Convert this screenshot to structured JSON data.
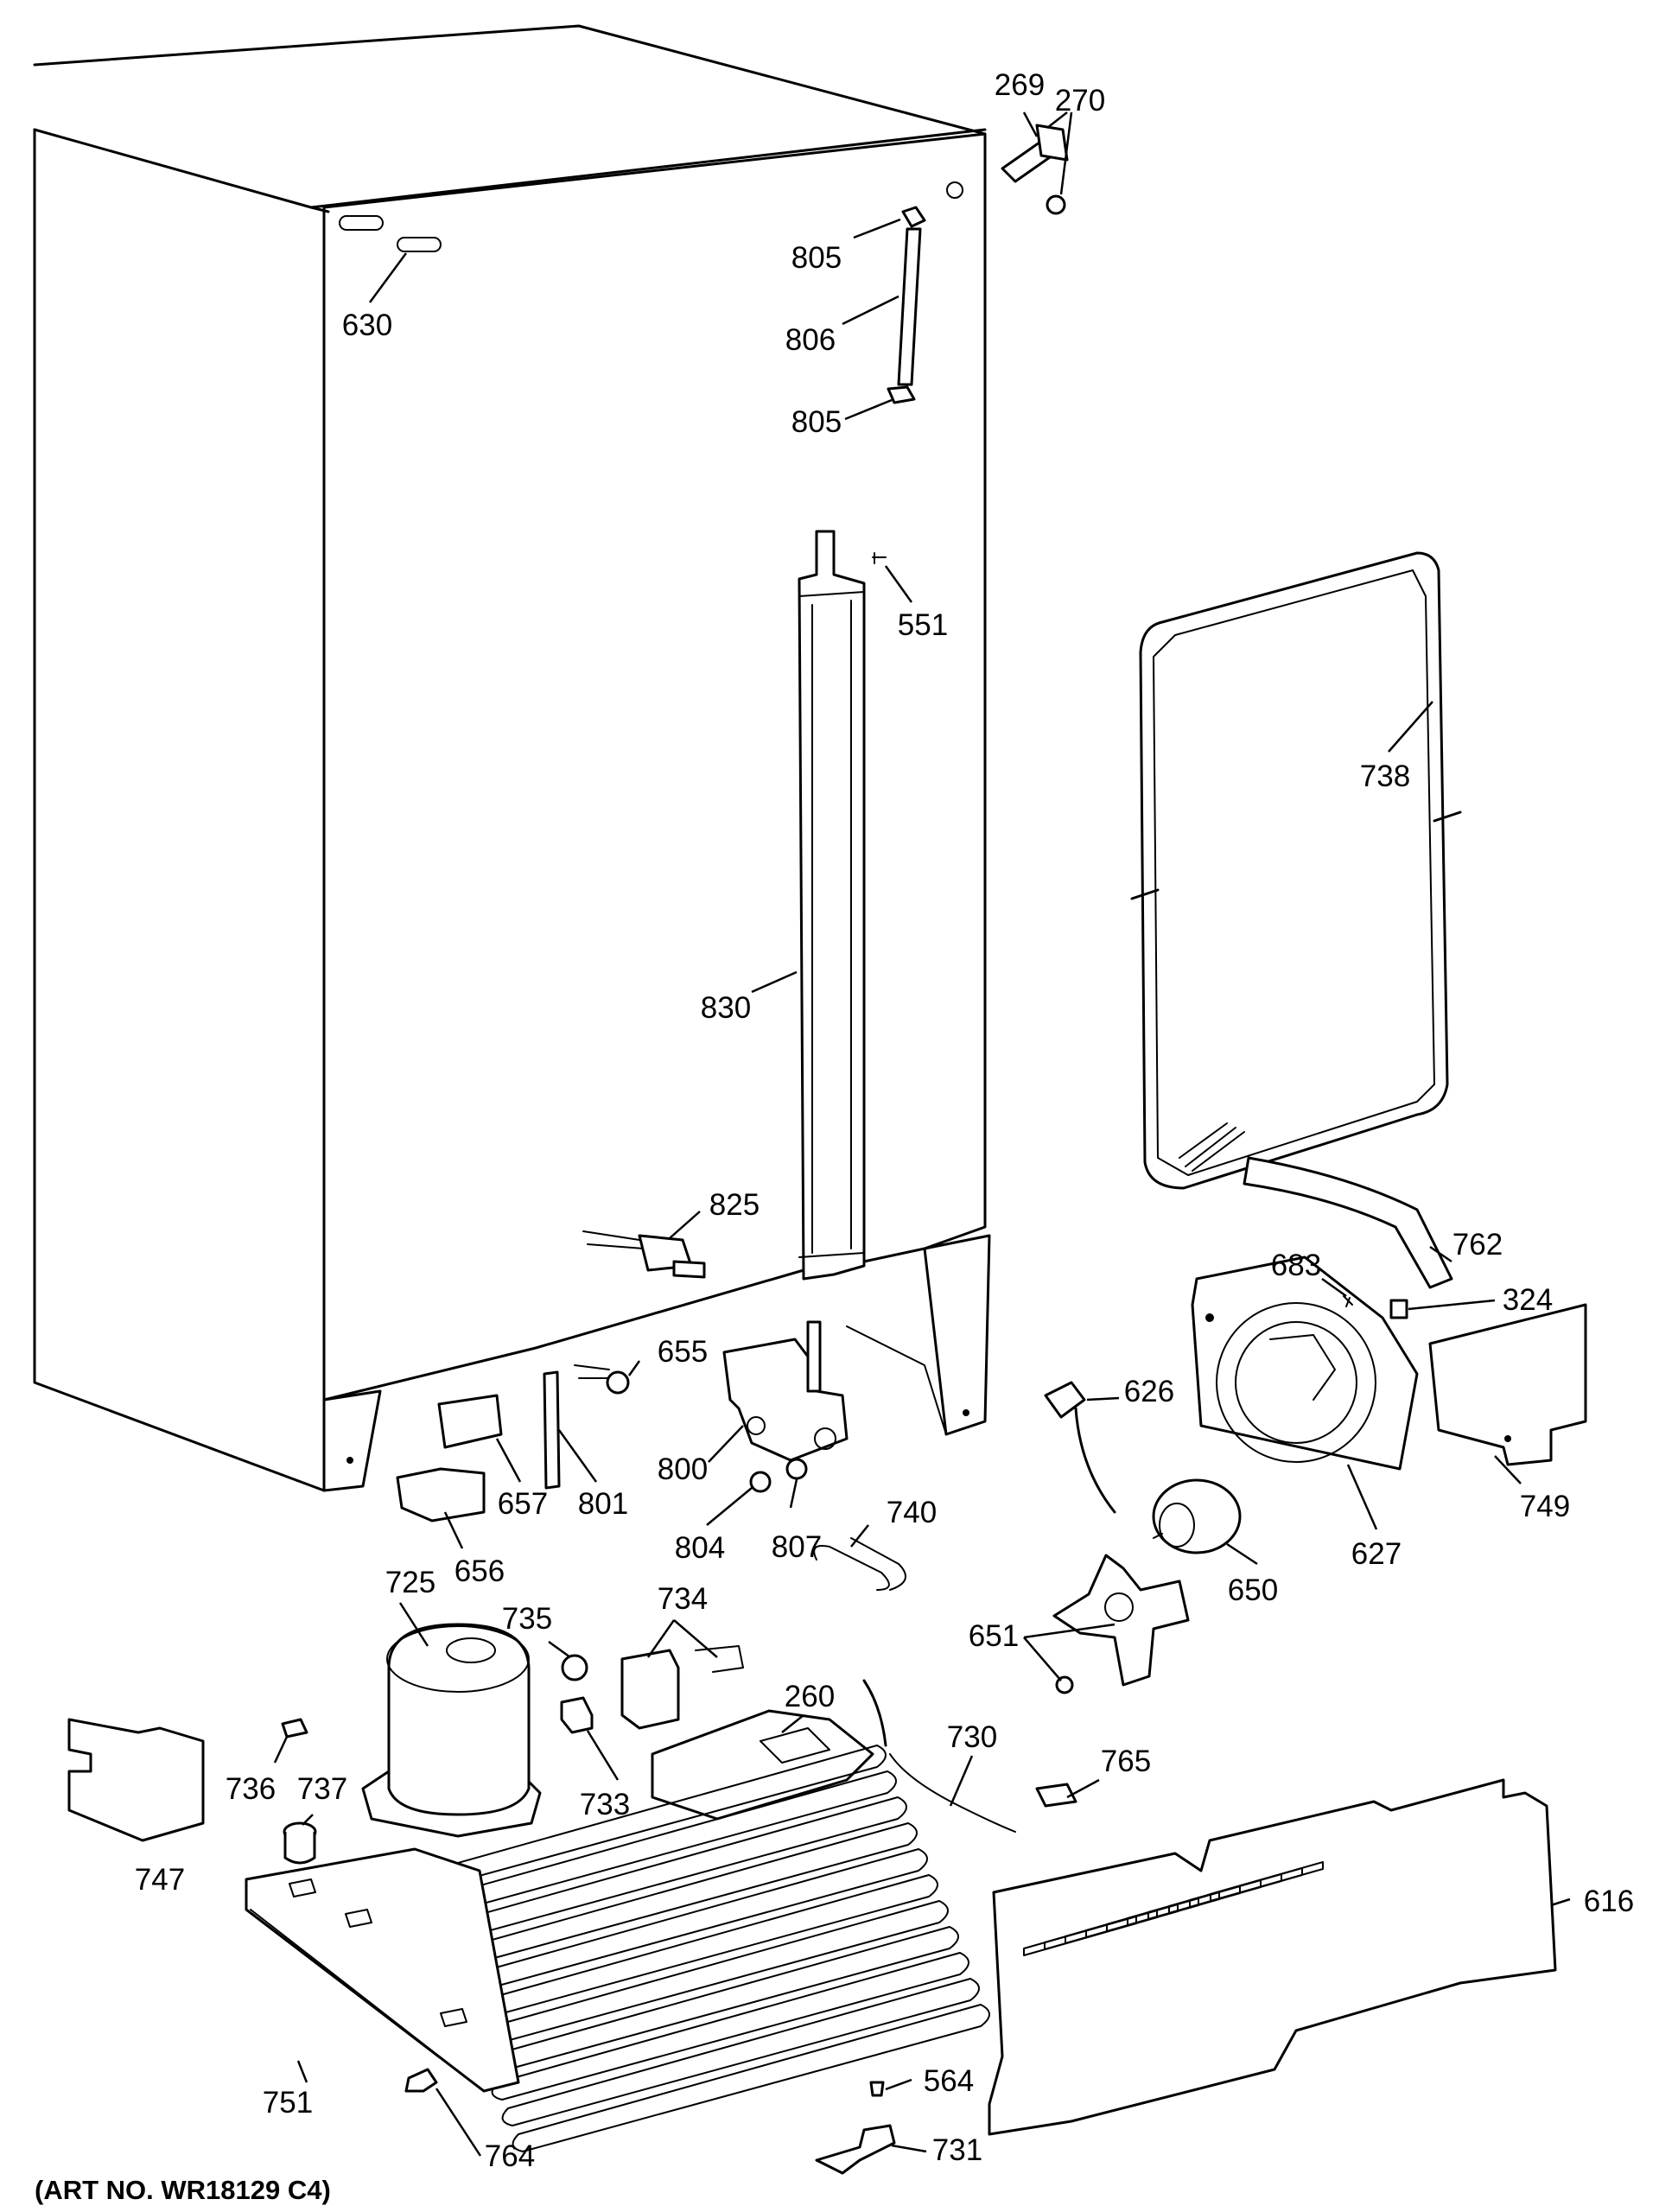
{
  "art_number": "(ART NO. WR18129 C4)",
  "parts": [
    {
      "id": "p269",
      "label": "269"
    },
    {
      "id": "p270",
      "label": "270"
    },
    {
      "id": "p630",
      "label": "630"
    },
    {
      "id": "p805a",
      "label": "805"
    },
    {
      "id": "p806",
      "label": "806"
    },
    {
      "id": "p805b",
      "label": "805"
    },
    {
      "id": "p551",
      "label": "551"
    },
    {
      "id": "p738",
      "label": "738"
    },
    {
      "id": "p830",
      "label": "830"
    },
    {
      "id": "p825",
      "label": "825"
    },
    {
      "id": "p762",
      "label": "762"
    },
    {
      "id": "p683",
      "label": "683"
    },
    {
      "id": "p324",
      "label": "324"
    },
    {
      "id": "p655",
      "label": "655"
    },
    {
      "id": "p626",
      "label": "626"
    },
    {
      "id": "p657",
      "label": "657"
    },
    {
      "id": "p801",
      "label": "801"
    },
    {
      "id": "p800",
      "label": "800"
    },
    {
      "id": "p656",
      "label": "656"
    },
    {
      "id": "p804",
      "label": "804"
    },
    {
      "id": "p807",
      "label": "807"
    },
    {
      "id": "p740",
      "label": "740"
    },
    {
      "id": "p749",
      "label": "749"
    },
    {
      "id": "p627",
      "label": "627"
    },
    {
      "id": "p650",
      "label": "650"
    },
    {
      "id": "p725",
      "label": "725"
    },
    {
      "id": "p735",
      "label": "735"
    },
    {
      "id": "p734",
      "label": "734"
    },
    {
      "id": "p651",
      "label": "651"
    },
    {
      "id": "p260",
      "label": "260"
    },
    {
      "id": "p730",
      "label": "730"
    },
    {
      "id": "p765",
      "label": "765"
    },
    {
      "id": "p736",
      "label": "736"
    },
    {
      "id": "p737",
      "label": "737"
    },
    {
      "id": "p733",
      "label": "733"
    },
    {
      "id": "p747",
      "label": "747"
    },
    {
      "id": "p616",
      "label": "616"
    },
    {
      "id": "p751",
      "label": "751"
    },
    {
      "id": "p564",
      "label": "564"
    },
    {
      "id": "p764",
      "label": "764"
    },
    {
      "id": "p731",
      "label": "731"
    }
  ]
}
